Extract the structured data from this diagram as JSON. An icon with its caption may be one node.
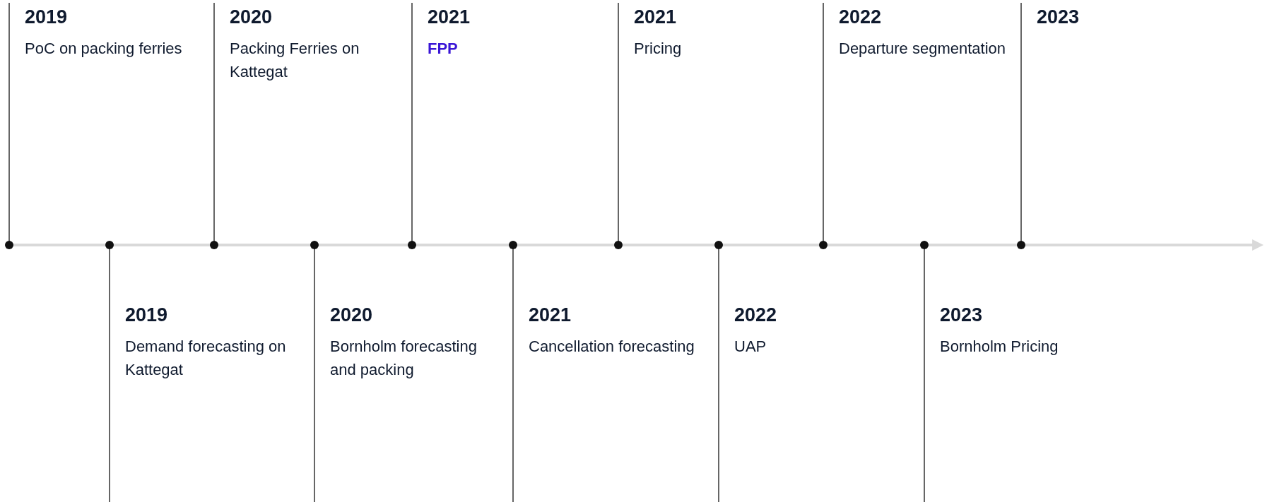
{
  "diagram": {
    "nodes": [
      {
        "text": [
          "2019",
          "PoC on packing ferries"
        ]
      },
      {
        "text": [
          "2019",
          "Demand forecasting on Kattegat"
        ]
      },
      {
        "text": [
          "2020",
          "Packing Ferries on Kattegat"
        ]
      },
      {
        "text": [
          "2020",
          "Bornholm forecasting and packing"
        ]
      },
      {
        "text": [
          "2021",
          "FPP"
        ]
      },
      {
        "text": [
          "2021",
          "Cancellation forecasting"
        ]
      },
      {
        "text": [
          "2021",
          "Pricing"
        ]
      },
      {
        "text": [
          "2022",
          "UAP"
        ]
      },
      {
        "text": [
          "2022",
          "Departure segmentation"
        ]
      },
      {
        "text": [
          "2023",
          "Bornholm Pricing"
        ]
      },
      {
        "text": [
          "2023"
        ]
      }
    ]
  }
}
